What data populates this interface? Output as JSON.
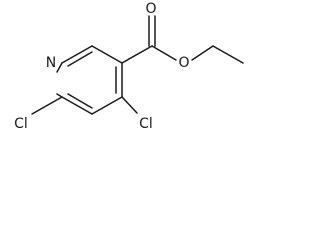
{
  "molecule": {
    "atoms": {
      "nitrogen": "N",
      "carbonyl_oxygen": "O",
      "ester_oxygen": "O",
      "chlorine_left": "Cl",
      "chlorine_right": "Cl"
    }
  }
}
